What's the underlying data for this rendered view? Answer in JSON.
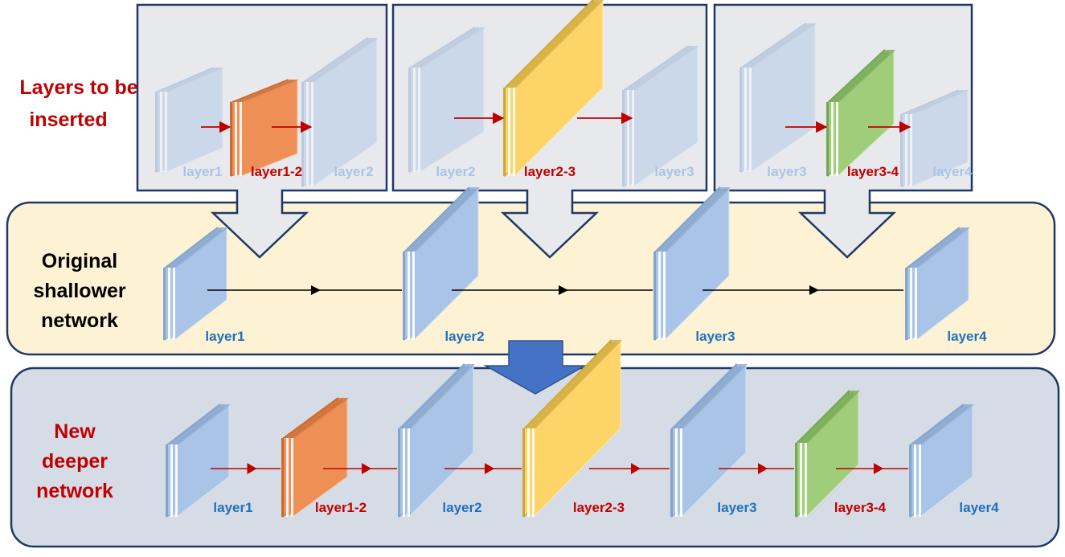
{
  "colors": {
    "panel_top_fill": "#e8e9ec",
    "panel_border": "#1f3864",
    "panel_mid_fill": "#fdf3d4",
    "panel_bottom_fill": "#d6dce5",
    "layer_blue": "#a9c4e6",
    "layer_orange": "#ee8f56",
    "layer_yellow": "#fcd468",
    "layer_green": "#9fcd7a",
    "arrow_red": "#c00000",
    "arrow_black": "#000000",
    "label_red": "#c00000",
    "label_blue": "#1f6fbf",
    "label_faded": "#a9c4e6",
    "big_arrow_blue": "#4472c4"
  },
  "headings": {
    "inserted": [
      "Layers to be",
      "inserted"
    ],
    "original": [
      "Original",
      "shallower",
      "network"
    ],
    "new": [
      "New",
      "deeper",
      "network"
    ]
  },
  "top_panels": [
    {
      "left": "layer1",
      "middle": "layer1-2",
      "right": "layer2",
      "middle_color": "orange"
    },
    {
      "left": "layer2",
      "middle": "layer2-3",
      "right": "layer3",
      "middle_color": "yellow"
    },
    {
      "left": "layer3",
      "middle": "layer3-4",
      "right": "layer4",
      "middle_color": "green"
    }
  ],
  "original_network": [
    "layer1",
    "layer2",
    "layer3",
    "layer4"
  ],
  "new_network": [
    {
      "label": "layer1",
      "color": "blue"
    },
    {
      "label": "layer1-2",
      "color": "orange"
    },
    {
      "label": "layer2",
      "color": "blue"
    },
    {
      "label": "layer2-3",
      "color": "yellow"
    },
    {
      "label": "layer3",
      "color": "blue"
    },
    {
      "label": "layer3-4",
      "color": "green"
    },
    {
      "label": "layer4",
      "color": "blue"
    }
  ]
}
